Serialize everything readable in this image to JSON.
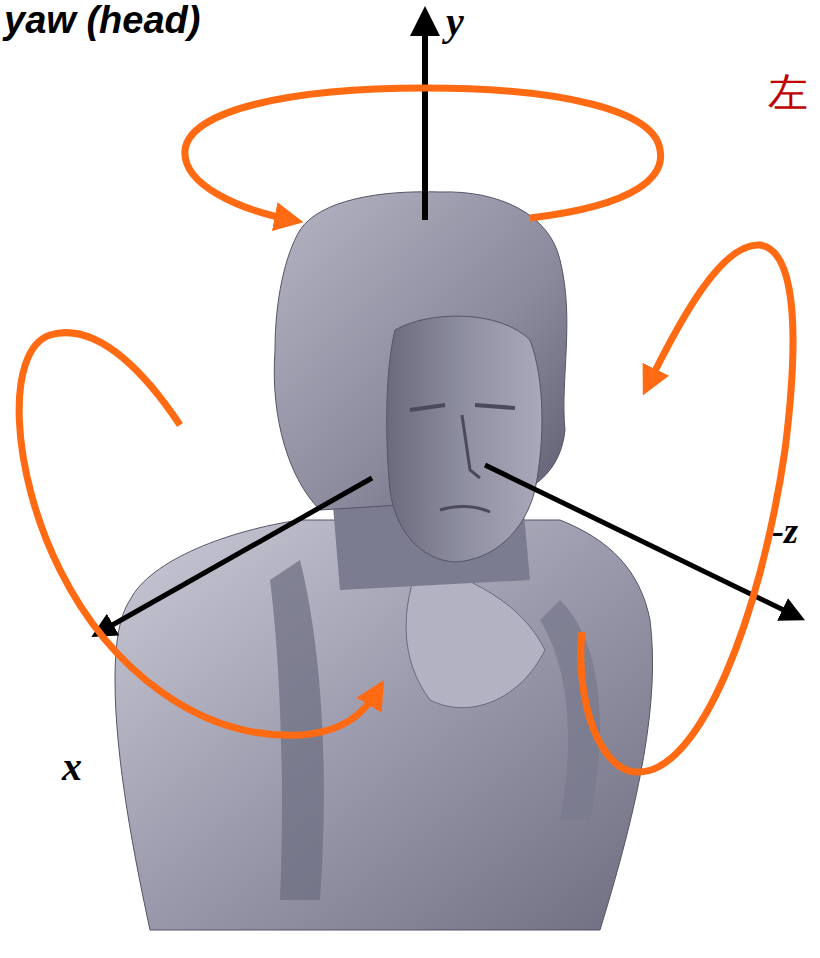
{
  "diagram": {
    "labels": [
      "yaw (head)",
      "y",
      "左",
      "-z",
      "x"
    ]
  }
}
